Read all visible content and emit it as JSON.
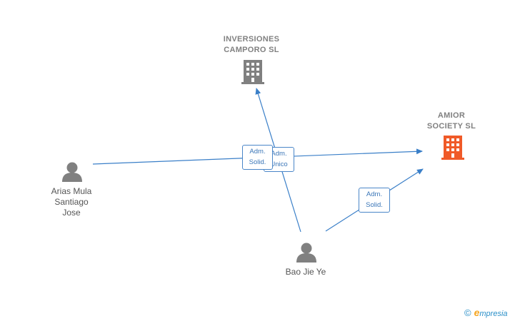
{
  "nodes": {
    "inversiones": {
      "label": "INVERSIONES\nCAMPORO SL",
      "kind": "company",
      "color": "#808080"
    },
    "amior": {
      "label": "AMIOR\nSOCIETY SL",
      "kind": "company",
      "color": "#f05a28",
      "label_color": "#808080"
    },
    "arias": {
      "label": "Arias Mula\nSantiago\nJose",
      "kind": "person",
      "color": "#808080"
    },
    "bao": {
      "label": "Bao Jie Ye",
      "kind": "person",
      "color": "#808080"
    }
  },
  "edges": [
    {
      "from": "arias",
      "to": "amior",
      "label": "Adm.\nSolid."
    },
    {
      "from": "bao",
      "to": "inversiones",
      "label": "Adm.\nUnico"
    },
    {
      "from": "bao",
      "to": "amior",
      "label": "Adm.\nSolid."
    }
  ],
  "edge_color": "#3a7fc8",
  "footer": {
    "copyright": "©",
    "brand_initial": "e",
    "brand_rest": "mpresia"
  }
}
